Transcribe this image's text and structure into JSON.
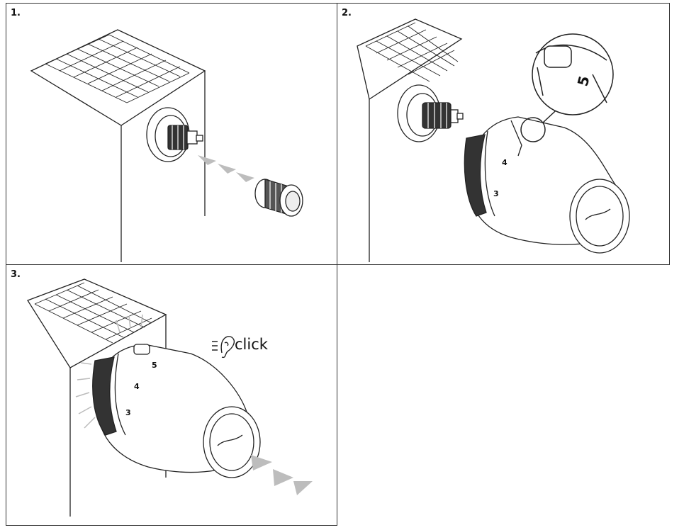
{
  "steps": [
    {
      "number": "1."
    },
    {
      "number": "2.",
      "zoom_digit": "5"
    },
    {
      "number": "3.",
      "sound_word": "click"
    }
  ],
  "dial": {
    "marks": [
      "5",
      "4",
      "3"
    ]
  },
  "icons": {
    "radiator": "radiator-icon",
    "valve": "valve-icon",
    "cap": "protective-cap-icon",
    "thermostat": "thermostat-head-icon",
    "ear": "ear-icon",
    "arrow": "arrow-icon",
    "zoom": "magnifier-callout-icon"
  }
}
